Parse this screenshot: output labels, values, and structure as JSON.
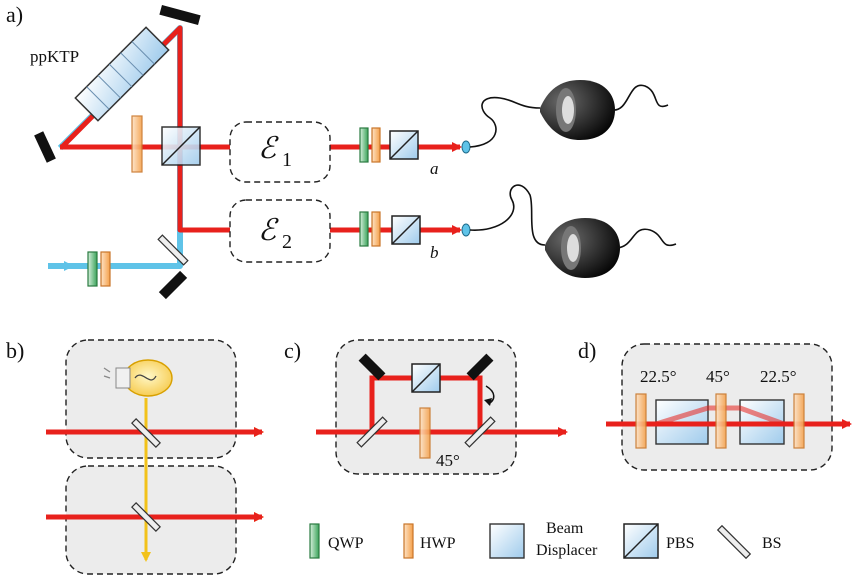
{
  "panels": {
    "a": "a)",
    "b": "b)",
    "c": "c)",
    "d": "d)"
  },
  "crystal_label": "ppKTP",
  "channel_1": {
    "symbol": "ℰ",
    "subscript": "1",
    "output": "a"
  },
  "channel_2": {
    "symbol": "ℰ",
    "subscript": "2",
    "output": "b"
  },
  "panel_c_angle": "45°",
  "panel_d_angles": [
    "22.5°",
    "45°",
    "22.5°"
  ],
  "legend": {
    "qwp": "QWP",
    "hwp": "HWP",
    "bd_line1": "Beam",
    "bd_line2": "Displacer",
    "pbs": "PBS",
    "bs": "BS"
  },
  "colors": {
    "beam": "#e8211c",
    "pump": "#5fc3e8",
    "qwp": "#3aa35a",
    "hwp": "#f5a04a",
    "box_fill": "#ececec",
    "yellow_beam": "#f2c21a"
  },
  "icons": [
    "mirror-icon",
    "beam-splitter-icon",
    "detector-icon",
    "lightbulb-icon",
    "fiber-coupler-icon"
  ]
}
